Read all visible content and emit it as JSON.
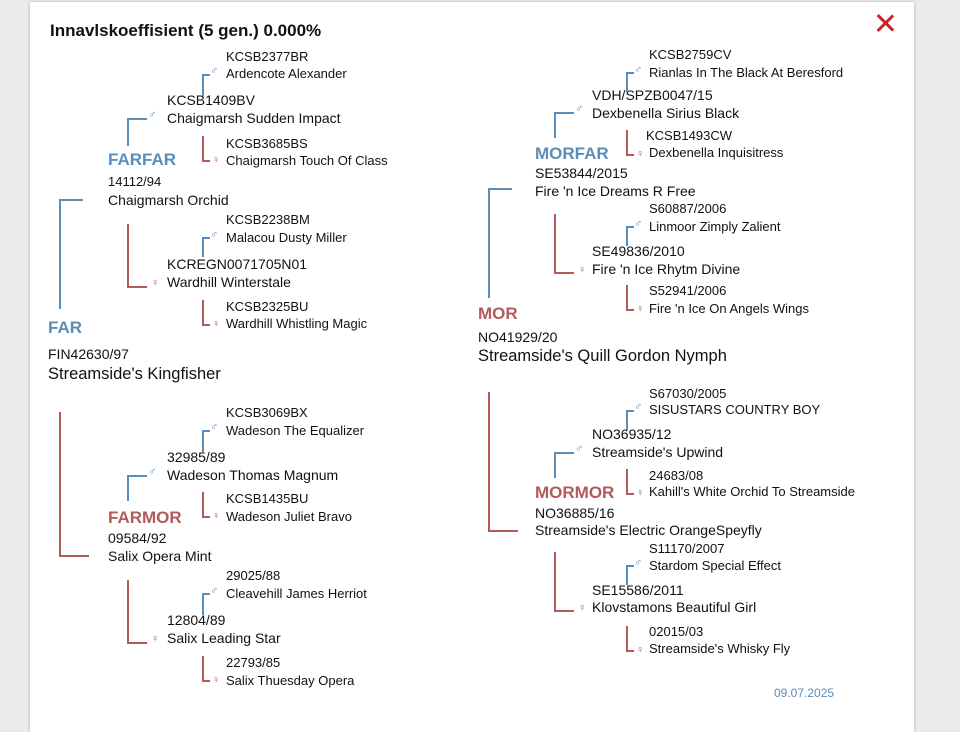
{
  "header": {
    "title": "Innavlskoeffisient (5 gen.) 0.000%"
  },
  "footer": {
    "date": "09.07.2025"
  },
  "symbols": {
    "male": "♂",
    "female": "♀"
  },
  "colors": {
    "male": "#5b8db8",
    "female": "#b35a5a",
    "close": "#c8242a"
  },
  "sire": {
    "role": "FAR",
    "reg": "FIN42630/97",
    "name": "Streamside's Kingfisher",
    "sire": {
      "role": "FARFAR",
      "reg": "14112/94",
      "name": "Chaigmarsh Orchid",
      "sire": {
        "reg": "KCSB1409BV",
        "name": "Chaigmarsh Sudden Impact",
        "sire": {
          "reg": "KCSB2377BR",
          "name": "Ardencote Alexander"
        },
        "dam": {
          "reg": "KCSB3685BS",
          "name": "Chaigmarsh Touch Of Class"
        }
      },
      "dam": {
        "reg": "KCREGN0071705N01",
        "name": "Wardhill Winterstale",
        "sire": {
          "reg": "KCSB2238BM",
          "name": "Malacou Dusty Miller"
        },
        "dam": {
          "reg": "KCSB2325BU",
          "name": "Wardhill Whistling Magic"
        }
      }
    },
    "dam": {
      "role": "FARMOR",
      "reg": "09584/92",
      "name": "Salix Opera Mint",
      "sire": {
        "reg": "32985/89",
        "name": "Wadeson Thomas Magnum",
        "sire": {
          "reg": "KCSB3069BX",
          "name": "Wadeson The Equalizer"
        },
        "dam": {
          "reg": "KCSB1435BU",
          "name": "Wadeson Juliet Bravo"
        }
      },
      "dam": {
        "reg": "12804/89",
        "name": "Salix Leading Star",
        "sire": {
          "reg": "29025/88",
          "name": "Cleavehill James Herriot"
        },
        "dam": {
          "reg": "22793/85",
          "name": "Salix Thuesday Opera"
        }
      }
    }
  },
  "dam": {
    "role": "MOR",
    "reg": "NO41929/20",
    "name": "Streamside's Quill Gordon Nymph",
    "sire": {
      "role": "MORFAR",
      "reg": "SE53844/2015",
      "name": "Fire 'n Ice Dreams R Free",
      "sire": {
        "reg": "VDH/SPZB0047/15",
        "name": "Dexbenella Sirius Black",
        "sire": {
          "reg": "KCSB2759CV",
          "name": "Rianlas In The Black At Beresford"
        },
        "dam": {
          "reg": "KCSB1493CW",
          "name": "Dexbenella Inquisitress"
        }
      },
      "dam": {
        "reg": "SE49836/2010",
        "name": "Fire 'n Ice Rhytm Divine",
        "sire": {
          "reg": "S60887/2006",
          "name": "Linmoor Zimply Zalient"
        },
        "dam": {
          "reg": "S52941/2006",
          "name": "Fire 'n Ice On Angels Wings"
        }
      }
    },
    "dam": {
      "role": "MORMOR",
      "reg": "NO36885/16",
      "name": "Streamside's Electric OrangeSpeyfly",
      "sire": {
        "reg": "NO36935/12",
        "name": "Streamside's Upwind",
        "sire": {
          "reg": "S67030/2005",
          "name": "SISUSTARS COUNTRY BOY"
        },
        "dam": {
          "reg": "24683/08",
          "name": "Kahill's White Orchid To Streamside"
        }
      },
      "dam": {
        "reg": "SE15586/2011",
        "name": "Klovstamons Beautiful Girl",
        "sire": {
          "reg": "S11170/2007",
          "name": "Stardom Special Effect"
        },
        "dam": {
          "reg": "02015/03",
          "name": "Streamside's Whisky Fly"
        }
      }
    }
  }
}
